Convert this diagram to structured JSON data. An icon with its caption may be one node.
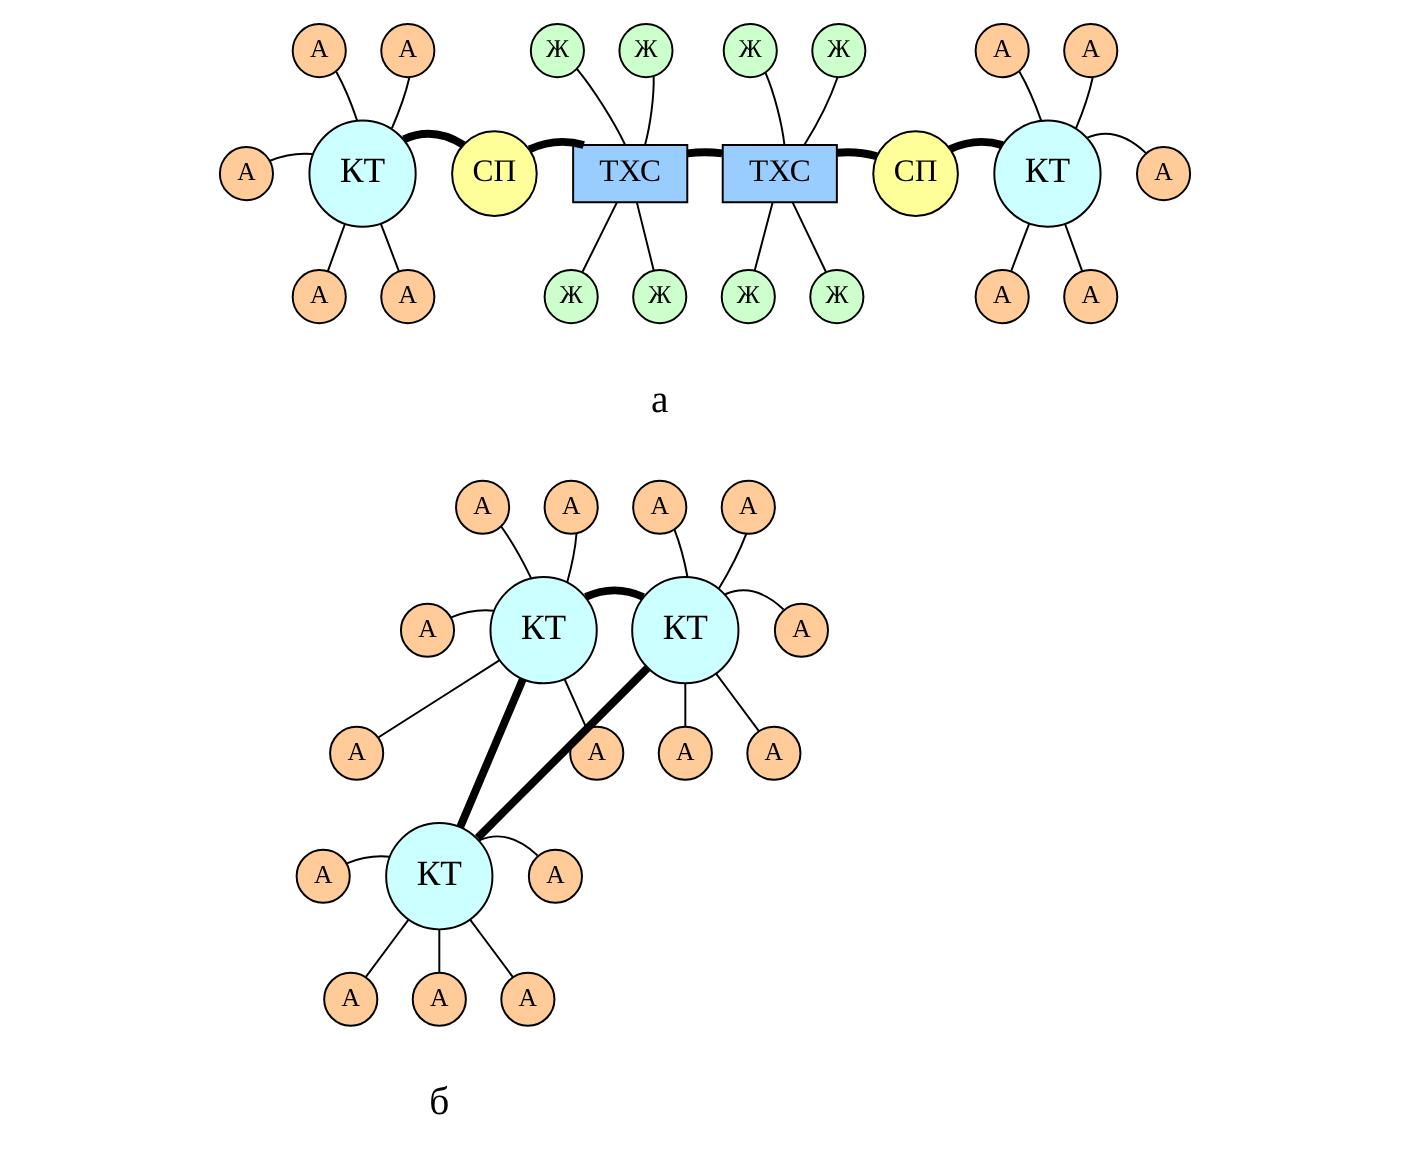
{
  "diagram": {
    "nodes": [
      {
        "text": [
          "КТ"
        ]
      },
      {
        "text": [
          "А"
        ]
      },
      {
        "text": [
          "А"
        ]
      },
      {
        "text": [
          "А"
        ]
      },
      {
        "text": [
          "А"
        ]
      },
      {
        "text": [
          "А"
        ]
      },
      {
        "text": [
          "СП"
        ]
      },
      {
        "text": [
          "ТХС"
        ]
      },
      {
        "text": [
          "Ж"
        ]
      },
      {
        "text": [
          "Ж"
        ]
      },
      {
        "text": [
          "Ж"
        ]
      },
      {
        "text": [
          "Ж"
        ]
      },
      {
        "text": [
          "ТХС"
        ]
      },
      {
        "text": [
          "Ж"
        ]
      },
      {
        "text": [
          "Ж"
        ]
      },
      {
        "text": [
          "Ж"
        ]
      },
      {
        "text": [
          "Ж"
        ]
      },
      {
        "text": [
          "СП"
        ]
      },
      {
        "text": [
          "КТ"
        ]
      },
      {
        "text": [
          "А"
        ]
      },
      {
        "text": [
          "А"
        ]
      },
      {
        "text": [
          "А"
        ]
      },
      {
        "text": [
          "А"
        ]
      },
      {
        "text": [
          "А"
        ]
      },
      {
        "text": [
          "КТ"
        ]
      },
      {
        "text": [
          "А"
        ]
      },
      {
        "text": [
          "А"
        ]
      },
      {
        "text": [
          "А"
        ]
      },
      {
        "text": [
          "А"
        ]
      },
      {
        "text": [
          "А"
        ]
      },
      {
        "text": [
          "КТ"
        ]
      },
      {
        "text": [
          "А"
        ]
      },
      {
        "text": [
          "А"
        ]
      },
      {
        "text": [
          "А"
        ]
      },
      {
        "text": [
          "А"
        ]
      },
      {
        "text": [
          "А"
        ]
      },
      {
        "text": [
          "КТ"
        ]
      },
      {
        "text": [
          "А"
        ]
      },
      {
        "text": [
          "А"
        ]
      },
      {
        "text": [
          "А"
        ]
      },
      {
        "text": [
          "А"
        ]
      },
      {
        "text": [
          "А"
        ]
      }
    ],
    "edges": [
      {
        "from": 0,
        "to": 1,
        "arrow": "none"
      },
      {
        "from": 0,
        "to": 2,
        "arrow": "none"
      },
      {
        "from": 0,
        "to": 3,
        "arrow": "none"
      },
      {
        "from": 0,
        "to": 4,
        "arrow": "none"
      },
      {
        "from": 0,
        "to": 5,
        "arrow": "none"
      },
      {
        "from": 0,
        "to": 6,
        "arrow": "none",
        "style": "thick"
      },
      {
        "from": 6,
        "to": 7,
        "arrow": "none",
        "style": "thick"
      },
      {
        "from": 7,
        "to": 8,
        "arrow": "none"
      },
      {
        "from": 7,
        "to": 9,
        "arrow": "none"
      },
      {
        "from": 7,
        "to": 10,
        "arrow": "none"
      },
      {
        "from": 7,
        "to": 11,
        "arrow": "none"
      },
      {
        "from": 7,
        "to": 12,
        "arrow": "none",
        "style": "thick"
      },
      {
        "from": 12,
        "to": 13,
        "arrow": "none"
      },
      {
        "from": 12,
        "to": 14,
        "arrow": "none"
      },
      {
        "from": 12,
        "to": 15,
        "arrow": "none"
      },
      {
        "from": 12,
        "to": 16,
        "arrow": "none"
      },
      {
        "from": 12,
        "to": 17,
        "arrow": "none",
        "style": "thick"
      },
      {
        "from": 17,
        "to": 18,
        "arrow": "none",
        "style": "thick"
      },
      {
        "from": 18,
        "to": 19,
        "arrow": "none"
      },
      {
        "from": 18,
        "to": 20,
        "arrow": "none"
      },
      {
        "from": 18,
        "to": 21,
        "arrow": "none"
      },
      {
        "from": 18,
        "to": 22,
        "arrow": "none"
      },
      {
        "from": 18,
        "to": 23,
        "arrow": "none"
      },
      {
        "from": 24,
        "to": 25,
        "arrow": "none"
      },
      {
        "from": 24,
        "to": 26,
        "arrow": "none"
      },
      {
        "from": 24,
        "to": 27,
        "arrow": "none"
      },
      {
        "from": 24,
        "to": 28,
        "arrow": "none"
      },
      {
        "from": 24,
        "to": 29,
        "arrow": "none"
      },
      {
        "from": 30,
        "to": 31,
        "arrow": "none"
      },
      {
        "from": 30,
        "to": 32,
        "arrow": "none"
      },
      {
        "from": 30,
        "to": 33,
        "arrow": "none"
      },
      {
        "from": 30,
        "to": 34,
        "arrow": "none"
      },
      {
        "from": 30,
        "to": 35,
        "arrow": "none"
      },
      {
        "from": 36,
        "to": 37,
        "arrow": "none"
      },
      {
        "from": 36,
        "to": 38,
        "arrow": "none"
      },
      {
        "from": 36,
        "to": 39,
        "arrow": "none"
      },
      {
        "from": 36,
        "to": 40,
        "arrow": "none"
      },
      {
        "from": 36,
        "to": 41,
        "arrow": "none"
      },
      {
        "from": 24,
        "to": 30,
        "arrow": "none",
        "style": "thick"
      },
      {
        "from": 24,
        "to": 36,
        "arrow": "none",
        "style": "thick"
      },
      {
        "from": 36,
        "to": 30,
        "arrow": "none",
        "style": "thick"
      }
    ],
    "labels": [
      "а",
      "б"
    ]
  }
}
